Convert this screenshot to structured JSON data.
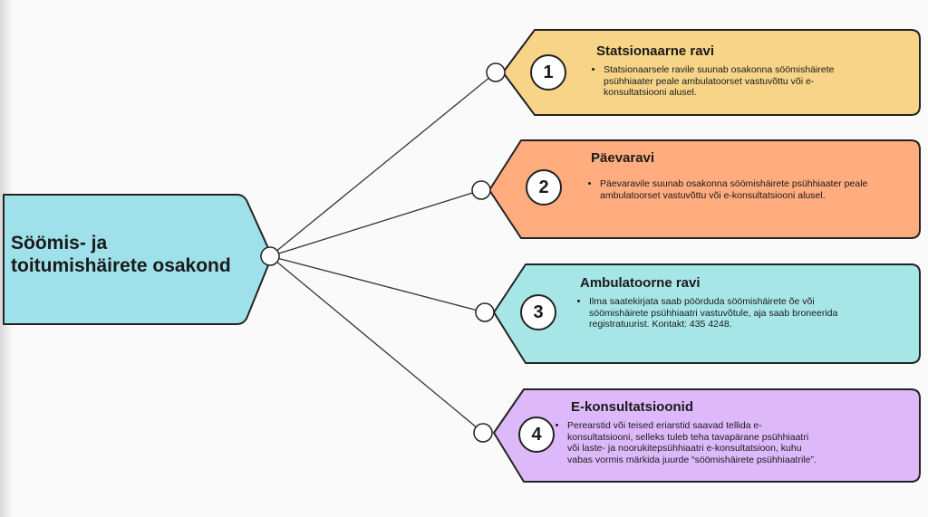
{
  "main": {
    "title_line1": "Söömis- ja",
    "title_line2": "toitumishäirete osakond"
  },
  "colors": {
    "main": "#9fe1ea",
    "card1": "#f7d488",
    "card2": "#ffac7e",
    "card3": "#a7e6e6",
    "card4": "#ddb9fa"
  },
  "cards": [
    {
      "number": "1",
      "title": "Statsionaarne ravi",
      "text": "Statsionaarsele ravile suunab osakonna söömishäirete psühhiaater peale ambulatoorset vastuvõttu või e-konsultatsiooni alusel."
    },
    {
      "number": "2",
      "title": "Päevaravi",
      "text": "Päevaravile suunab osakonna söömishäirete psühhiaater peale ambulatoorset vastuvõttu või e-konsultatsiooni alusel."
    },
    {
      "number": "3",
      "title": "Ambulatoorne ravi",
      "text": "Ilma saatekirjata saab pöörduda söömishäirete õe või söömishäirete psühhiaatri vastuvõtule, aja saab broneerida registratuurist. Kontakt: 435 4248."
    },
    {
      "number": "4",
      "title": "E-konsultatsioonid",
      "text": "Perearstid või teised eriarstid saavad tellida e-konsultatsiooni, selleks tuleb teha tavapärane psühhiaatri või laste- ja noorukitepsühhiaatri e-konsultatsioon, kuhu vabas vormis märkida juurde “söömishäirete psühhiaatrile”."
    }
  ]
}
